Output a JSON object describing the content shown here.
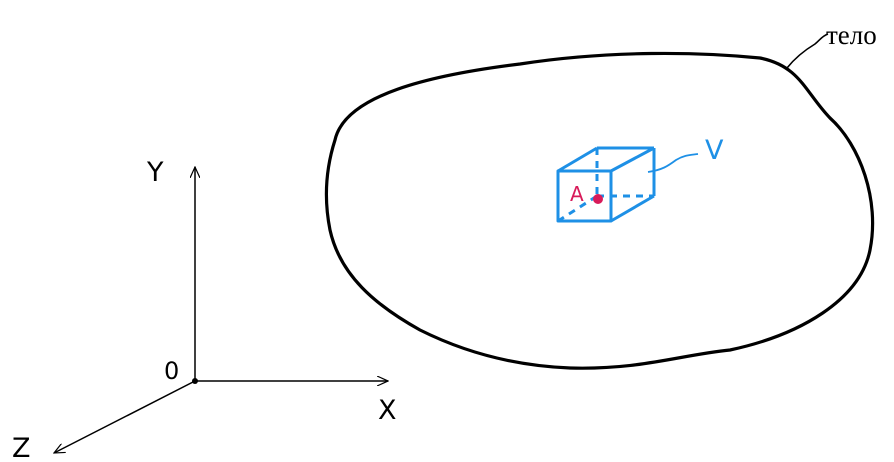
{
  "labels": {
    "body": "тело",
    "axis_x": "X",
    "axis_y": "Y",
    "axis_z": "Z",
    "origin": "0",
    "volume": "V",
    "point": "A"
  },
  "colors": {
    "outline": "#000000",
    "volume": "#1e90e6",
    "point": "#d81b5a"
  }
}
